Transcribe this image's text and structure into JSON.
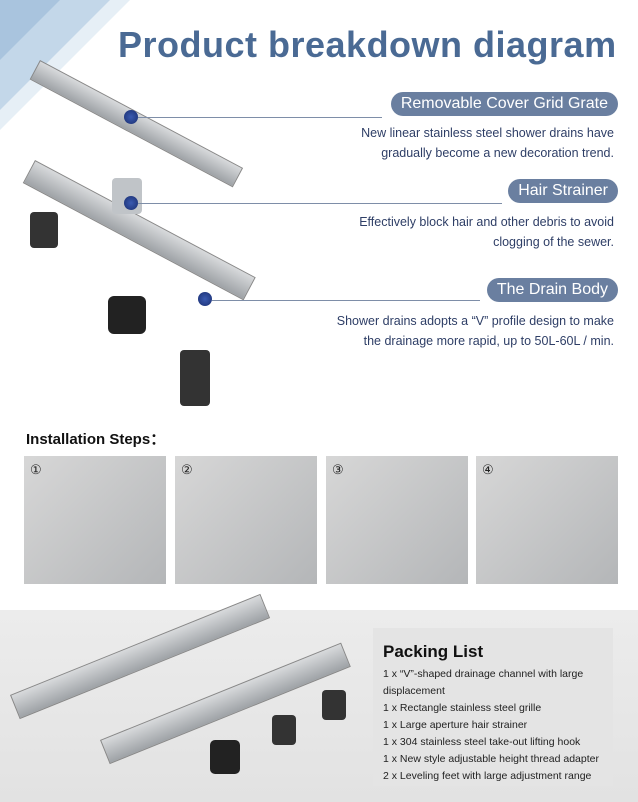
{
  "title": "Product breakdown diagram",
  "parts": [
    {
      "label": "Removable Cover Grid Grate",
      "desc1": "New linear stainless steel shower drains have",
      "desc2": "gradually become a new decoration trend."
    },
    {
      "label": "Hair Strainer",
      "desc1": "Effectively block hair and other debris to avoid",
      "desc2": "clogging of the sewer."
    },
    {
      "label": "The Drain Body",
      "desc1": "Shower drains adopts a “V” profile design to make",
      "desc2": "the drainage more rapid, up to 50L-60L / min."
    }
  ],
  "installation": {
    "heading": "Installation Steps：",
    "steps": [
      "①",
      "②",
      "③",
      "④"
    ]
  },
  "packing": {
    "title": "Packing  List",
    "items": [
      "1 x “V”-shaped drainage channel with large displacement",
      "1 x Rectangle stainless steel grille",
      "1 x Large aperture hair strainer",
      "1 x 304 stainless steel take-out lifting hook",
      "1 x New style adjustable height thread adapter",
      "2 x Leveling feet with large adjustment range"
    ]
  }
}
